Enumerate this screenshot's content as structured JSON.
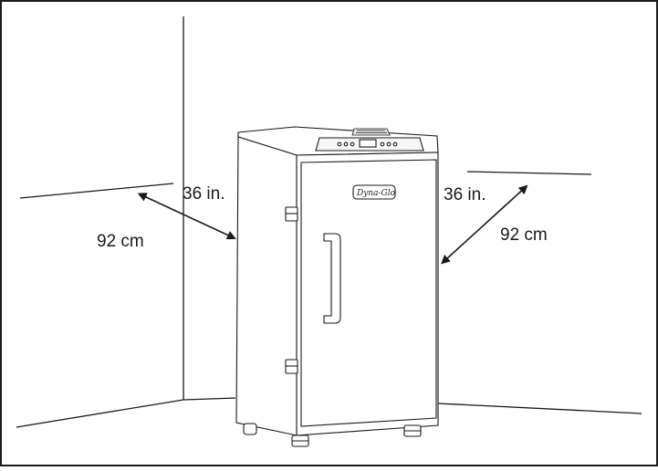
{
  "clearance": {
    "left": {
      "imperial": "36 in.",
      "metric": "92 cm"
    },
    "right": {
      "imperial": "36 in.",
      "metric": "92 cm"
    }
  },
  "appliance": {
    "brand_logo": "Dyna-Glo"
  },
  "colors": {
    "line": "#1a1a1a",
    "background": "#ffffff"
  }
}
